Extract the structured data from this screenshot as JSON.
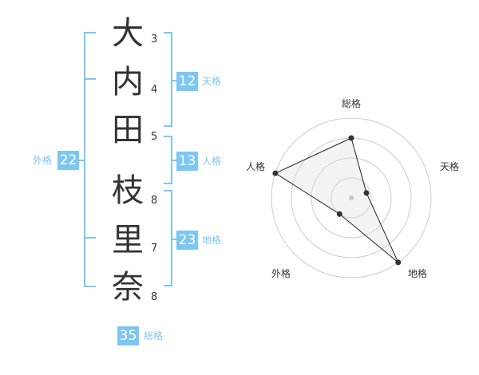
{
  "name": {
    "characters": [
      {
        "char": "大",
        "strokes": "3"
      },
      {
        "char": "内",
        "strokes": "4"
      },
      {
        "char": "田",
        "strokes": "5"
      },
      {
        "char": "枝",
        "strokes": "8"
      },
      {
        "char": "里",
        "strokes": "7"
      },
      {
        "char": "奈",
        "strokes": "8"
      }
    ]
  },
  "fortunes": {
    "tenkaku": {
      "value": "12",
      "label": "天格"
    },
    "jinkaku": {
      "value": "13",
      "label": "人格"
    },
    "chikaku": {
      "value": "23",
      "label": "地格"
    },
    "gaikaku": {
      "value": "22",
      "label": "外格"
    },
    "soukaku": {
      "value": "35",
      "label": "総格"
    }
  },
  "radar": {
    "axes": [
      "総格",
      "天格",
      "地格",
      "外格",
      "人格"
    ],
    "levels": 4,
    "values": [
      0.75,
      0.2,
      1.0,
      0.25,
      1.0
    ]
  },
  "colors": {
    "accent": "#7cc6f4",
    "text": "#333333",
    "grid": "#cccccc",
    "fill": "#eeeeee"
  }
}
